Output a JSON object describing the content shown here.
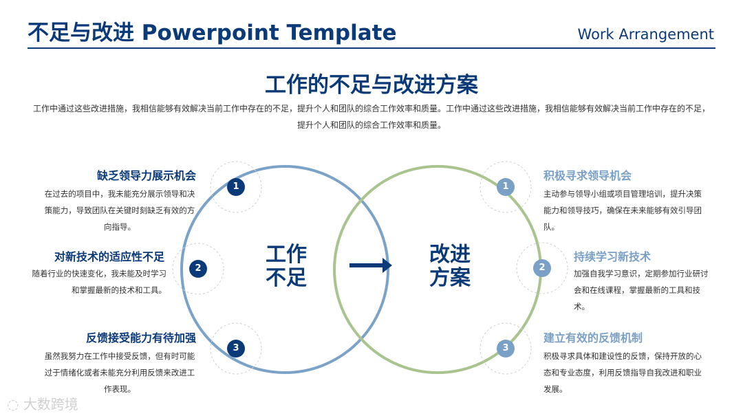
{
  "header": {
    "title": "不足与改进 Powerpoint Template",
    "right_label": "Work Arrangement"
  },
  "main": {
    "title": "工作的不足与改进方案",
    "intro": "工作中通过这些改进措施，我相信能够有效解决当前工作中存在的不足，提升个人和团队的综合工作效率和质量。工作中通过这些改进措施，我相信能够有效解决当前工作中存在的不足，提升个人和团队的综合工作效率和质量。"
  },
  "circles": {
    "left_label": "工作\n不足",
    "right_label": "改进\n方案"
  },
  "left_items": [
    {
      "num": "1",
      "title": "缺乏领导力展示机会",
      "desc": "在过去的项目中，我未能充分展示领导和决策能力，导致团队在关键时刻缺乏有效的方向指导。"
    },
    {
      "num": "2",
      "title": "对新技术的适应性不足",
      "desc": "随着行业的快速变化，我未能及时学习和掌握最新的技术和工具。"
    },
    {
      "num": "3",
      "title": "反馈接受能力有待加强",
      "desc": "虽然我努力在工作中接受反馈，但有时可能过于情绪化或者未能充分利用反馈来改进工作表现。"
    }
  ],
  "right_items": [
    {
      "num": "1",
      "title": "积极寻求领导机会",
      "desc": "主动参与领导小组或项目管理培训，提升决策能力和领导技巧，确保在未来能够有效引导团队。"
    },
    {
      "num": "2",
      "title": "持续学习新技术",
      "desc": "加强自我学习意识，定期参加行业研讨会和在线课程，掌握最新的工具和技术。"
    },
    {
      "num": "3",
      "title": "建立有效的反馈机制",
      "desc": "积极寻求具体和建设性的反馈，保持开放的心态和专业态度，利用反馈指导自我改进和职业发展。"
    }
  ],
  "watermark": "大数跨境",
  "colors": {
    "primary": "#0b3a78",
    "left_circle": "#7ba3c8",
    "right_circle": "#a9c48e",
    "accent_light": "#7aa0c6"
  }
}
